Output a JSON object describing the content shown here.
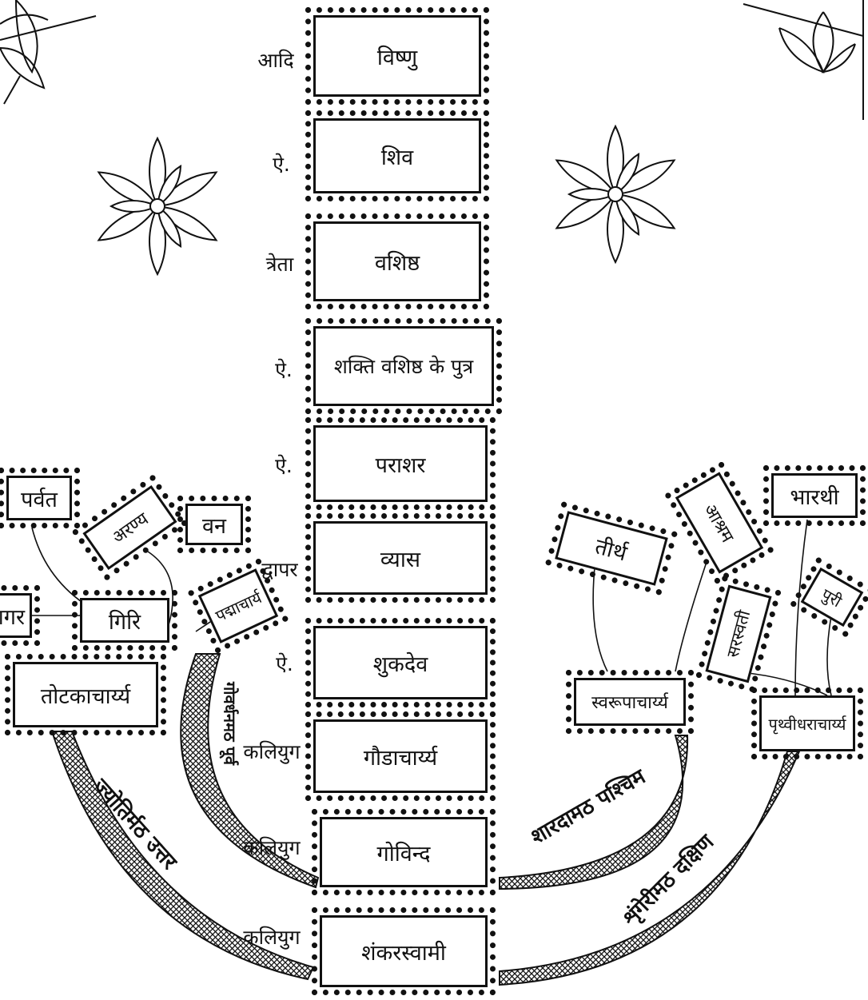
{
  "lineage": [
    {
      "era": "आदि",
      "name": "विष्णु"
    },
    {
      "era": "ऐ.",
      "name": "शिव"
    },
    {
      "era": "त्रेता",
      "name": "वशिष्ठ"
    },
    {
      "era": "ऐ.",
      "name": "शक्ति वशिष्ठ के पुत्र"
    },
    {
      "era": "ऐ.",
      "name": "पराशर"
    },
    {
      "era": "द्वापर",
      "name": "व्यास"
    },
    {
      "era": "ऐ.",
      "name": "शुकदेव"
    },
    {
      "era": "कलियुग",
      "name": "गौडाचार्य्य"
    },
    {
      "era": "कलियुग",
      "name": "गोविन्द"
    },
    {
      "era": "कलियुग",
      "name": "शंकरस्वामी"
    }
  ],
  "disciples": {
    "totaka": "तोटकाचार्य्य",
    "padma": "पद्माचार्य",
    "svarupa": "स्वरूपाचार्य्य",
    "prithvi": "पृथ्वीधराचार्य्य"
  },
  "totaka_titles": {
    "giri": "गिरि",
    "parvat": "पर्वत",
    "sagar": "सागर"
  },
  "padma_titles": {
    "aranya": "अरण्य",
    "van": "वन"
  },
  "svarupa_titles": {
    "tirth": "तीर्थ",
    "ashram": "आश्रम"
  },
  "prithvi_titles": {
    "bharti": "भारथी",
    "saraswati": "सरस्वती",
    "puri": "पुरी"
  },
  "maths": {
    "north": "ज्योतिर्मठ उत्तर",
    "east": "गोवर्धनमठ पूर्व",
    "west": "शारदामठ पश्चिम",
    "south": "शृंगेरीमठ दक्षिण"
  },
  "colors": {
    "ink": "#111111",
    "paper": "#ffffff"
  }
}
